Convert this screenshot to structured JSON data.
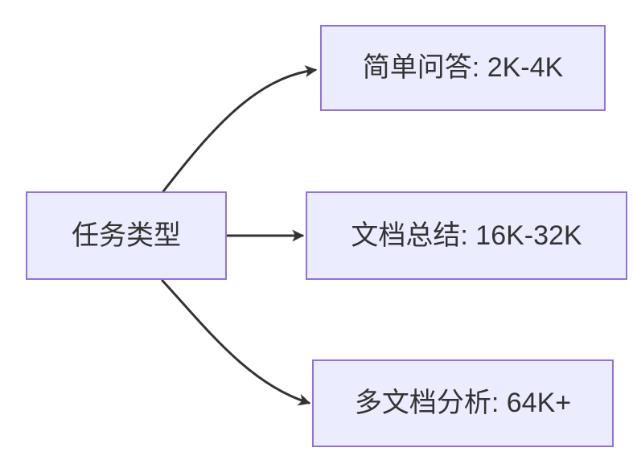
{
  "diagram": {
    "type": "flowchart",
    "direction": "LR",
    "nodes": {
      "root": {
        "id": "root",
        "label": "任务类型"
      },
      "branch1": {
        "id": "branch1",
        "label": "简单问答: 2K-4K"
      },
      "branch2": {
        "id": "branch2",
        "label": "文档总结: 16K-32K"
      },
      "branch3": {
        "id": "branch3",
        "label": "多文档分析: 64K+"
      }
    },
    "edges": [
      {
        "from": "root",
        "to": "branch1",
        "arrow": "arrowhead-right"
      },
      {
        "from": "root",
        "to": "branch2",
        "arrow": "arrowhead-right"
      },
      {
        "from": "root",
        "to": "branch3",
        "arrow": "arrowhead-right"
      }
    ],
    "colors": {
      "node_fill": "#ECECFF",
      "node_border": "#9370DB",
      "edge_stroke": "#333333",
      "text": "#333333",
      "background": "#FFFFFF"
    }
  }
}
